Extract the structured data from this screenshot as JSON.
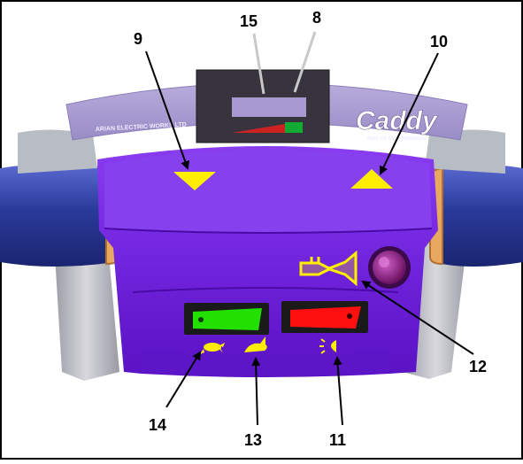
{
  "panel": {
    "brand_text": "ARIAN ELECTRIC WORKS LTD",
    "logo_text": "Caddy",
    "logo_subtext": "Pahl EV Only Solutions"
  },
  "callouts": [
    {
      "id": "15",
      "label": "15"
    },
    {
      "id": "8",
      "label": "8"
    },
    {
      "id": "9",
      "label": "9"
    },
    {
      "id": "10",
      "label": "10"
    },
    {
      "id": "12",
      "label": "12"
    },
    {
      "id": "14",
      "label": "14"
    },
    {
      "id": "13",
      "label": "13"
    },
    {
      "id": "11",
      "label": "11"
    }
  ],
  "icons": {
    "horn": "horn-icon",
    "turtle": "turtle-slow-icon",
    "hare": "hare-fast-icon",
    "headlight": "headlight-icon",
    "key": "key-switch-icon",
    "left_arrow": "left-turn-arrow-icon",
    "right_arrow": "right-turn-arrow-icon"
  },
  "colors": {
    "body": "#7a2ee0",
    "body_dark": "#5a12c4",
    "panel": "#a89ad0",
    "handlebar": "#2a3a9a",
    "arrow": "#ffee00",
    "green_button": "#22e000",
    "red_button": "#ff1010",
    "meter_green": "#11aa33",
    "meter_red": "#cc2222"
  }
}
